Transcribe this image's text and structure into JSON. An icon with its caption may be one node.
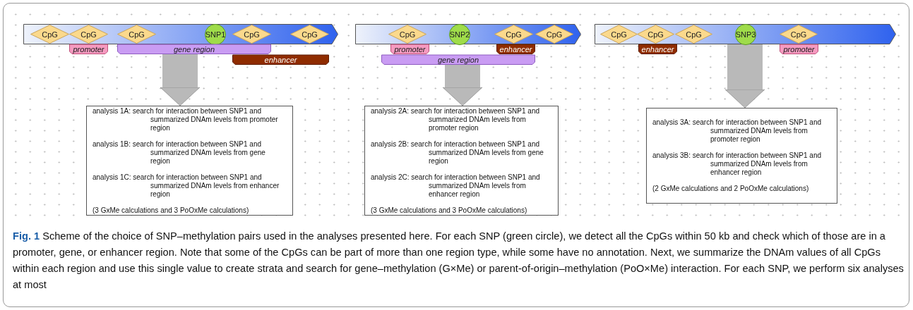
{
  "diagram": {
    "caption": "**Fig. 1** Scheme of the choice of SNP–methylation pairs used in the analyses presented here. For each SNP (green circle), we detect all the CpGs within 50 kb and check which of those are in a promoter, gene, or enhancer region. Note that some of the CpGs can be part of more than one region type, while some have no annotation. Next, we summarize the DNAm values of all CpGs within each region and use this single value to create strata and search for gene–methylation (G×Me) or parent-of-origin–methylation (PoO×Me) interaction. For each SNP, we perform six analyses at most",
    "nodes": [
      {
        "text": [],
        "shape": "bar"
      },
      {
        "text": [
          "CpG"
        ],
        "in": 0
      },
      {
        "text": [
          "CpG"
        ],
        "in": 0
      },
      {
        "text": [
          "CpG"
        ],
        "in": 0
      },
      {
        "text": [
          "SNP1"
        ],
        "in": 0
      },
      {
        "text": [
          "CpG"
        ],
        "in": 0
      },
      {
        "text": [
          "CpG"
        ],
        "in": 0
      },
      {
        "text": [
          "promoter"
        ]
      },
      {
        "text": [
          "gene region"
        ]
      },
      {
        "text": [
          "enhancer"
        ]
      },
      {
        "text": [
          "analysis 1A: search for interaction between SNP1 and summarized DNAm levels from promoter region",
          "analysis 1B: search for interaction between SNP1 and summarized DNAm levels from gene region",
          "analysis 1C: search for interaction between SNP1 and summarized DNAm levels from enhancer region",
          "(3 GxMe calculations and 3 PoOxMe calculations)"
        ]
      },
      {
        "text": [],
        "shape": "bar"
      },
      {
        "text": [
          "CpG"
        ],
        "in": 11
      },
      {
        "text": [
          "SNP2"
        ],
        "in": 11
      },
      {
        "text": [
          "CpG"
        ],
        "in": 11
      },
      {
        "text": [
          "CpG"
        ],
        "in": 11
      },
      {
        "text": [
          "promoter"
        ]
      },
      {
        "text": [
          "enhancer"
        ]
      },
      {
        "text": [
          "gene region"
        ]
      },
      {
        "text": [
          "analysis 2A: search for interaction between SNP1 and summarized DNAm levels from promoter region",
          "analysis 2B: search for interaction between SNP1 and summarized DNAm levels from gene region",
          "analysis 2C: search for interaction between SNP1 and summarized DNAm levels from enhancer region",
          "(3 GxMe calculations and 3 PoOxMe calculations)"
        ]
      },
      {
        "text": [],
        "shape": "bar"
      },
      {
        "text": [
          "CpG"
        ],
        "in": 20
      },
      {
        "text": [
          "CpG"
        ],
        "in": 20
      },
      {
        "text": [
          "CpG"
        ],
        "in": 20
      },
      {
        "text": [
          "SNP3"
        ],
        "in": 20
      },
      {
        "text": [
          "CpG"
        ],
        "in": 20
      },
      {
        "text": [
          "enhancer"
        ]
      },
      {
        "text": [
          "promoter"
        ]
      },
      {
        "text": [
          "analysis 3A: search for interaction between SNP1 and summarized DNAm levels from promoter region",
          "analysis 3B: search for interaction between SNP1 and summarized DNAm levels from enhancer region",
          "(2 GxMe calculations and 2 PoOxMe calculations)"
        ]
      }
    ],
    "edges": [
      {
        "from": 8,
        "to": 10,
        "arrow": "to"
      },
      {
        "from": 18,
        "to": 19,
        "arrow": "to"
      },
      {
        "from": 20,
        "to": 28,
        "arrow": "to"
      }
    ]
  }
}
